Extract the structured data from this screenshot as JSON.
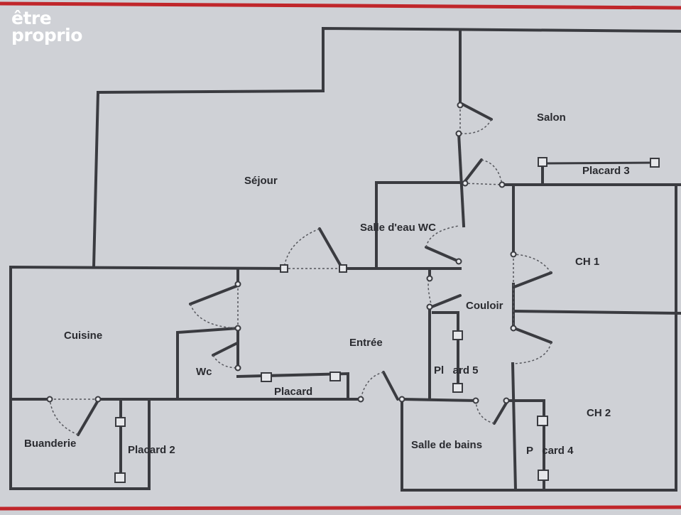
{
  "brand": {
    "line1": "être",
    "line2": "proprio"
  },
  "rooms": {
    "salon": "Salon",
    "placard3": "Placard 3",
    "sejour": "Séjour",
    "salle_eau": "Salle d'eau WC",
    "ch1": "CH 1",
    "couloir": "Couloir",
    "cuisine": "Cuisine",
    "entree": "Entrée",
    "wc": "Wc",
    "placard5": "Pl   ard 5",
    "placard": "Placard",
    "ch2": "CH 2",
    "buanderie": "Buanderie",
    "placard2": "Placard 2",
    "salle_bains": "Salle de bains",
    "placard4": "P   card 4"
  },
  "colors": {
    "paper": "#cfd1d6",
    "wall": "#3a3b40",
    "border": "#c0262b",
    "text": "#2a2b30"
  }
}
